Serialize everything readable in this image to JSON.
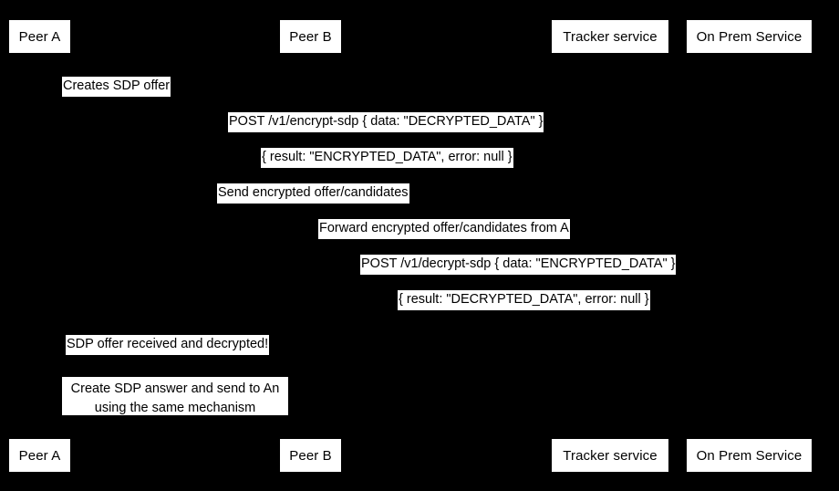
{
  "diagram": {
    "type": "sequence-diagram",
    "background_color": "#000000",
    "label_background_color": "#ffffff",
    "text_color": "#000000",
    "participants": [
      {
        "id": "peer-a",
        "label": "Peer A"
      },
      {
        "id": "peer-b",
        "label": "Peer B"
      },
      {
        "id": "tracker-service",
        "label": "Tracker service"
      },
      {
        "id": "on-prem-service",
        "label": "On Prem Service"
      }
    ],
    "messages": [
      {
        "id": "creates-sdp-offer",
        "text": "Creates SDP offer",
        "kind": "self-note",
        "from": "peer-a",
        "to": "peer-a"
      },
      {
        "id": "post-encrypt-sdp",
        "text": "POST /v1/encrypt-sdp { data: \"DECRYPTED_DATA\" }",
        "kind": "request",
        "from": "peer-a",
        "to": "on-prem-service"
      },
      {
        "id": "encrypt-sdp-response",
        "text": "{ result: \"ENCRYPTED_DATA\", error: null }",
        "kind": "response",
        "from": "on-prem-service",
        "to": "peer-a"
      },
      {
        "id": "send-encrypted-offer",
        "text": "Send encrypted offer/candidates",
        "kind": "request",
        "from": "peer-a",
        "to": "tracker-service"
      },
      {
        "id": "forward-encrypted-offer",
        "text": "Forward encrypted offer/candidates from A",
        "kind": "request",
        "from": "tracker-service",
        "to": "peer-b"
      },
      {
        "id": "post-decrypt-sdp",
        "text": "POST /v1/decrypt-sdp { data: \"ENCRYPTED_DATA\" }",
        "kind": "request",
        "from": "peer-b",
        "to": "on-prem-service"
      },
      {
        "id": "decrypt-sdp-response",
        "text": "{ result: \"DECRYPTED_DATA\", error: null }",
        "kind": "response",
        "from": "on-prem-service",
        "to": "peer-b"
      },
      {
        "id": "sdp-offer-received",
        "text": "SDP offer received and decrypted!",
        "kind": "self-note",
        "from": "peer-b",
        "to": "peer-b"
      },
      {
        "id": "create-sdp-answer",
        "text": "Create SDP answer and send to An using the same mechanism",
        "text_line_1": "Create SDP answer and send to An",
        "text_line_2": "using the same mechanism",
        "kind": "self-note",
        "from": "peer-b",
        "to": "peer-b"
      }
    ]
  }
}
